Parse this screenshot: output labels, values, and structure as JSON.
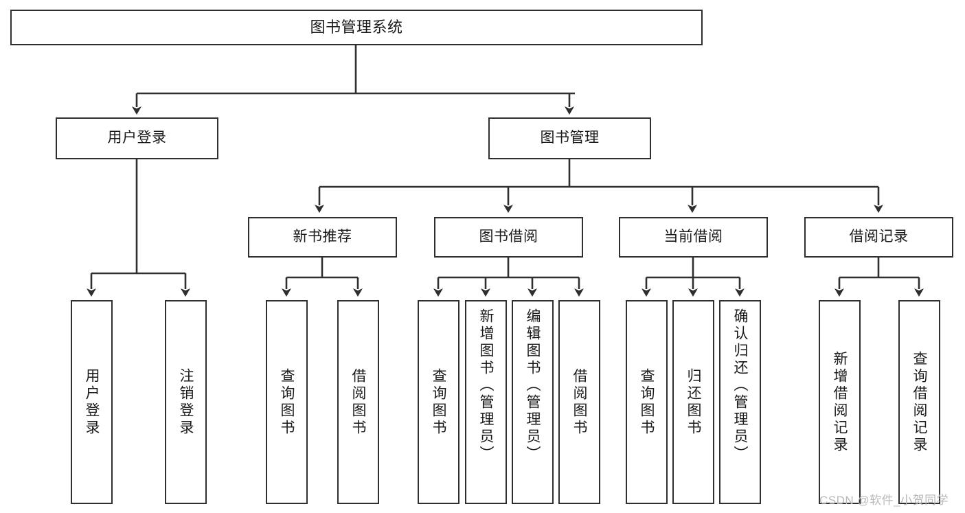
{
  "diagram": {
    "type": "hierarchy-tree",
    "title": "图书管理系统",
    "watermark": "CSDN @软件_小贺同学",
    "colors": {
      "box_border": "#2f2f2f",
      "box_fill": "#ffffff",
      "connector": "#2f2f2f",
      "text": "#1a1a1a",
      "watermark": "#b9b9b9"
    },
    "levels": {
      "root": {
        "label": "图书管理系统"
      },
      "modules": [
        {
          "label": "用户登录"
        },
        {
          "label": "图书管理"
        }
      ],
      "submodules": [
        {
          "label": "新书推荐"
        },
        {
          "label": "图书借阅"
        },
        {
          "label": "当前借阅"
        },
        {
          "label": "借阅记录"
        }
      ],
      "leaves": {
        "user_login": [
          {
            "label": "用户登录"
          },
          {
            "label": "注销登录"
          }
        ],
        "new_book_recommend": [
          {
            "label": "查询图书"
          },
          {
            "label": "借阅图书"
          }
        ],
        "book_borrow": [
          {
            "label": "查询图书"
          },
          {
            "label": "新增图书（管理员）"
          },
          {
            "label": "编辑图书（管理员）"
          },
          {
            "label": "借阅图书"
          }
        ],
        "current_borrow": [
          {
            "label": "查询图书"
          },
          {
            "label": "归还图书"
          },
          {
            "label": "确认归还（管理员）"
          }
        ],
        "borrow_record": [
          {
            "label": "新增借阅记录"
          },
          {
            "label": "查询借阅记录"
          }
        ]
      }
    }
  }
}
